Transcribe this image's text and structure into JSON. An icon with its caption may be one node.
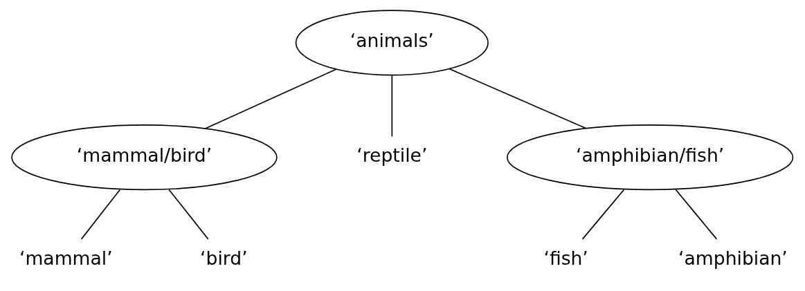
{
  "diagram": {
    "nodes": [
      {
        "text": [
          "‘animals’"
        ]
      },
      {
        "text": [
          "‘mammal/bird’"
        ]
      },
      {
        "text": [
          "‘reptile’"
        ]
      },
      {
        "text": [
          "‘amphibian/fish’"
        ]
      },
      {
        "text": [
          "‘mammal’"
        ]
      },
      {
        "text": [
          "‘bird’"
        ]
      },
      {
        "text": [
          "‘fish’"
        ]
      },
      {
        "text": [
          "‘amphibian’"
        ]
      }
    ],
    "edges": [
      {
        "from": 0,
        "to": 1,
        "arrow": "none"
      },
      {
        "from": 0,
        "to": 2,
        "arrow": "none"
      },
      {
        "from": 0,
        "to": 3,
        "arrow": "none"
      },
      {
        "from": 1,
        "to": 4,
        "arrow": "none"
      },
      {
        "from": 1,
        "to": 5,
        "arrow": "none"
      },
      {
        "from": 3,
        "to": 6,
        "arrow": "none"
      },
      {
        "from": 3,
        "to": 7,
        "arrow": "none"
      }
    ]
  }
}
